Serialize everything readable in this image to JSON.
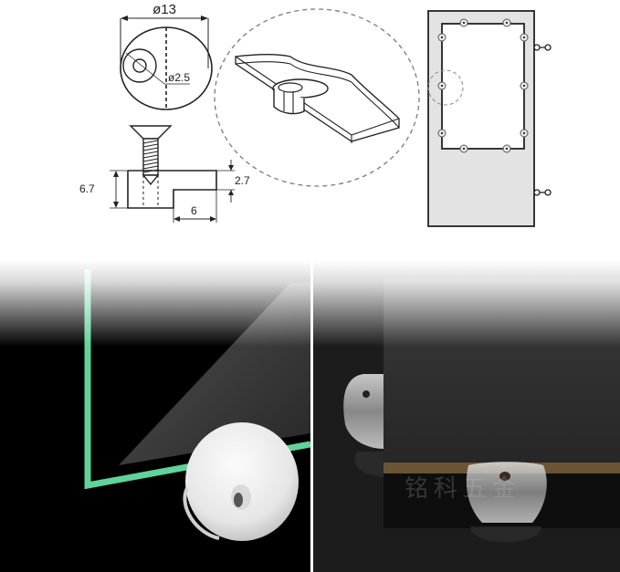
{
  "top_view": {
    "outer_diameter_label": "ø13",
    "hole_diameter_label": "ø2.5"
  },
  "side_view": {
    "height_label": "6.7",
    "step_height_label": "2.7",
    "step_width_label": "6"
  },
  "door_diagram": {
    "pin_count": 10,
    "hinge_count": 2
  },
  "photos": {
    "left": {
      "description": "white round shelf support holding green-edged glass panel on black background"
    },
    "right": {
      "description": "two clear acrylic shelf supports holding a dark panel corner",
      "watermark": "铭科五金"
    }
  },
  "colors": {
    "line": "#1a1a1a",
    "dashed": "#7a7a7a",
    "door_fill": "#e3e3e3",
    "glass_edge": "#5fd39a",
    "panel_edge": "#6b5433"
  }
}
